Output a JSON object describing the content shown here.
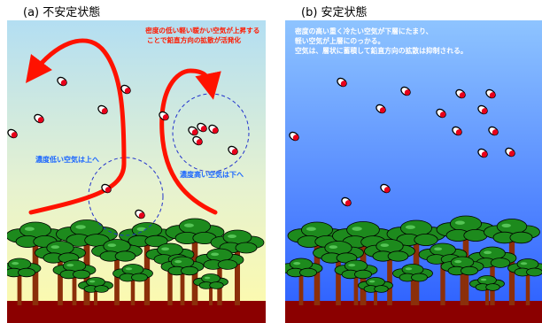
{
  "panel_a": {
    "title": "(a) 不安定状態",
    "note_lines": [
      "密度の低い軽い暖かい空気が上昇する",
      "ことで鉛直方向の拡散が活発化"
    ],
    "label_low": "濃度低い空気は上へ",
    "label_high": "濃度高い空気は下へ"
  },
  "panel_b": {
    "title": "(b) 安定状態",
    "note_lines": [
      "密度の高い重く冷たい空気が下層にたまり、",
      "軽い空気が上層にのっかる。",
      "空気は、層状に蓄積して鉛直方向の拡散は抑制される。"
    ]
  },
  "colors": {
    "sky_top_a": "#b3def2",
    "sky_bottom_a": "#fffbaa",
    "sky_top_b": "#8ec4ff",
    "sky_bottom_b": "#2a5dff",
    "ground": "#8b0000",
    "arrow": "#ff1200",
    "trunk": "#8b2f0a",
    "foliage": "#1d8a1d"
  }
}
